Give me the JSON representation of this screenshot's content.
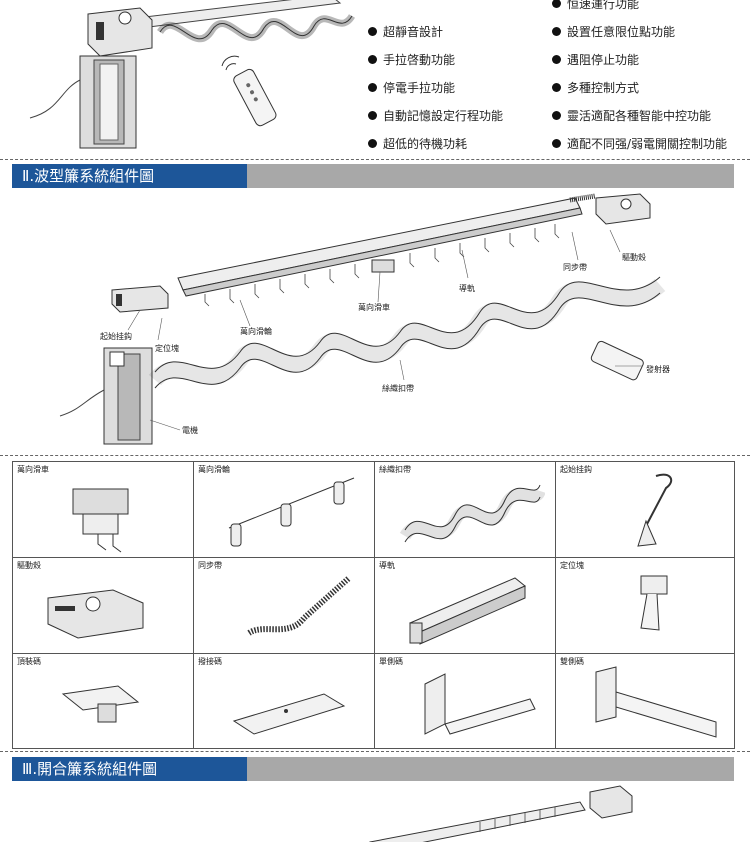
{
  "features_left": [
    "超靜音設計",
    "手拉啓動功能",
    "停電手拉功能",
    "自動記憶設定行程功能",
    "超低的待機功耗"
  ],
  "features_right": [
    "恒速運行功能",
    "設置任意限位點功能",
    "遇阻停止功能",
    "多種控制方式",
    "靈活適配各種智能中控功能",
    "適配不同强/弱電開關控制功能"
  ],
  "section2": {
    "title": "Ⅱ.波型簾系統組件圖"
  },
  "section3": {
    "title": "Ⅲ.開合簾系統組件圖"
  },
  "diagram_labels": {
    "drive_box": "驅動殼",
    "sync_belt": "同步帶",
    "track": "導軌",
    "universal_car": "萬向滑車",
    "start_hook": "起始挂鈎",
    "universal_wheel": "萬向滑輪",
    "stopper": "定位塊",
    "tape": "絲織扣帶",
    "emitter": "發射器",
    "motor": "電機"
  },
  "parts": [
    "萬向滑車",
    "萬向滑輪",
    "絲織扣帶",
    "起始挂鈎",
    "驅動殼",
    "同步帶",
    "導軌",
    "定位塊",
    "頂裝碼",
    "撥接碼",
    "單側碼",
    "雙側碼"
  ],
  "colors": {
    "banner_blue": "#1d5699",
    "banner_gray": "#a8a8a8"
  }
}
